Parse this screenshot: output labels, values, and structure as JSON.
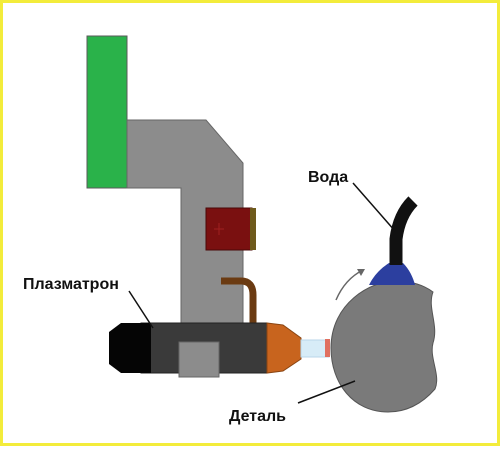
{
  "labels": {
    "water": "Вода",
    "plasmatron": "Плазматрон",
    "part": "Деталь"
  },
  "colors": {
    "frame_border": "#f3ec3b",
    "handle_green": "#2ab24a",
    "body_gray": "#8c8c8c",
    "box_darkred": "#7a1010",
    "tube_brown": "#6b3b12",
    "plasmatron_dark": "#3a3a3a",
    "plasmatron_black": "#050505",
    "nozzle_orange": "#c8641e",
    "arc_lightblue": "#d7ecf7",
    "part_gray": "#7a7a7a",
    "hose_black": "#111111",
    "fitting_blue": "#2c3f9f"
  }
}
